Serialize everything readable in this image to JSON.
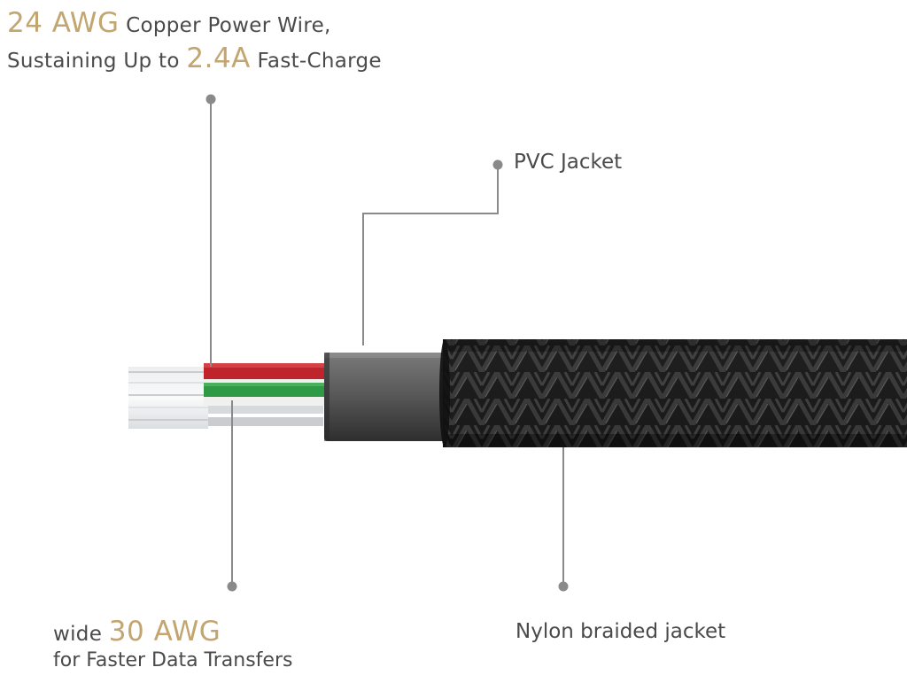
{
  "callouts": {
    "power": {
      "highlight": "24 AWG",
      "line1_rest": " Copper Power Wire,",
      "line2_prefix": "Sustaining Up to ",
      "line2_highlight": "2.4A",
      "line2_rest": " Fast-Charge"
    },
    "data": {
      "prefix": "wide ",
      "highlight": "30 AWG",
      "line2": "for Faster Data Transfers"
    },
    "pvc": {
      "label": "PVC Jacket"
    },
    "nylon": {
      "label": "Nylon braided jacket"
    }
  },
  "colors": {
    "text": "#4a4a4a",
    "highlight": "#c2a56f",
    "leader_line": "#8a8a8a",
    "wire_red": "#c0242b",
    "wire_green": "#2f9a45",
    "wire_white": "#f0f0ee",
    "pvc_jacket": "#5a5a5a",
    "braid": "#1c1c1c"
  }
}
